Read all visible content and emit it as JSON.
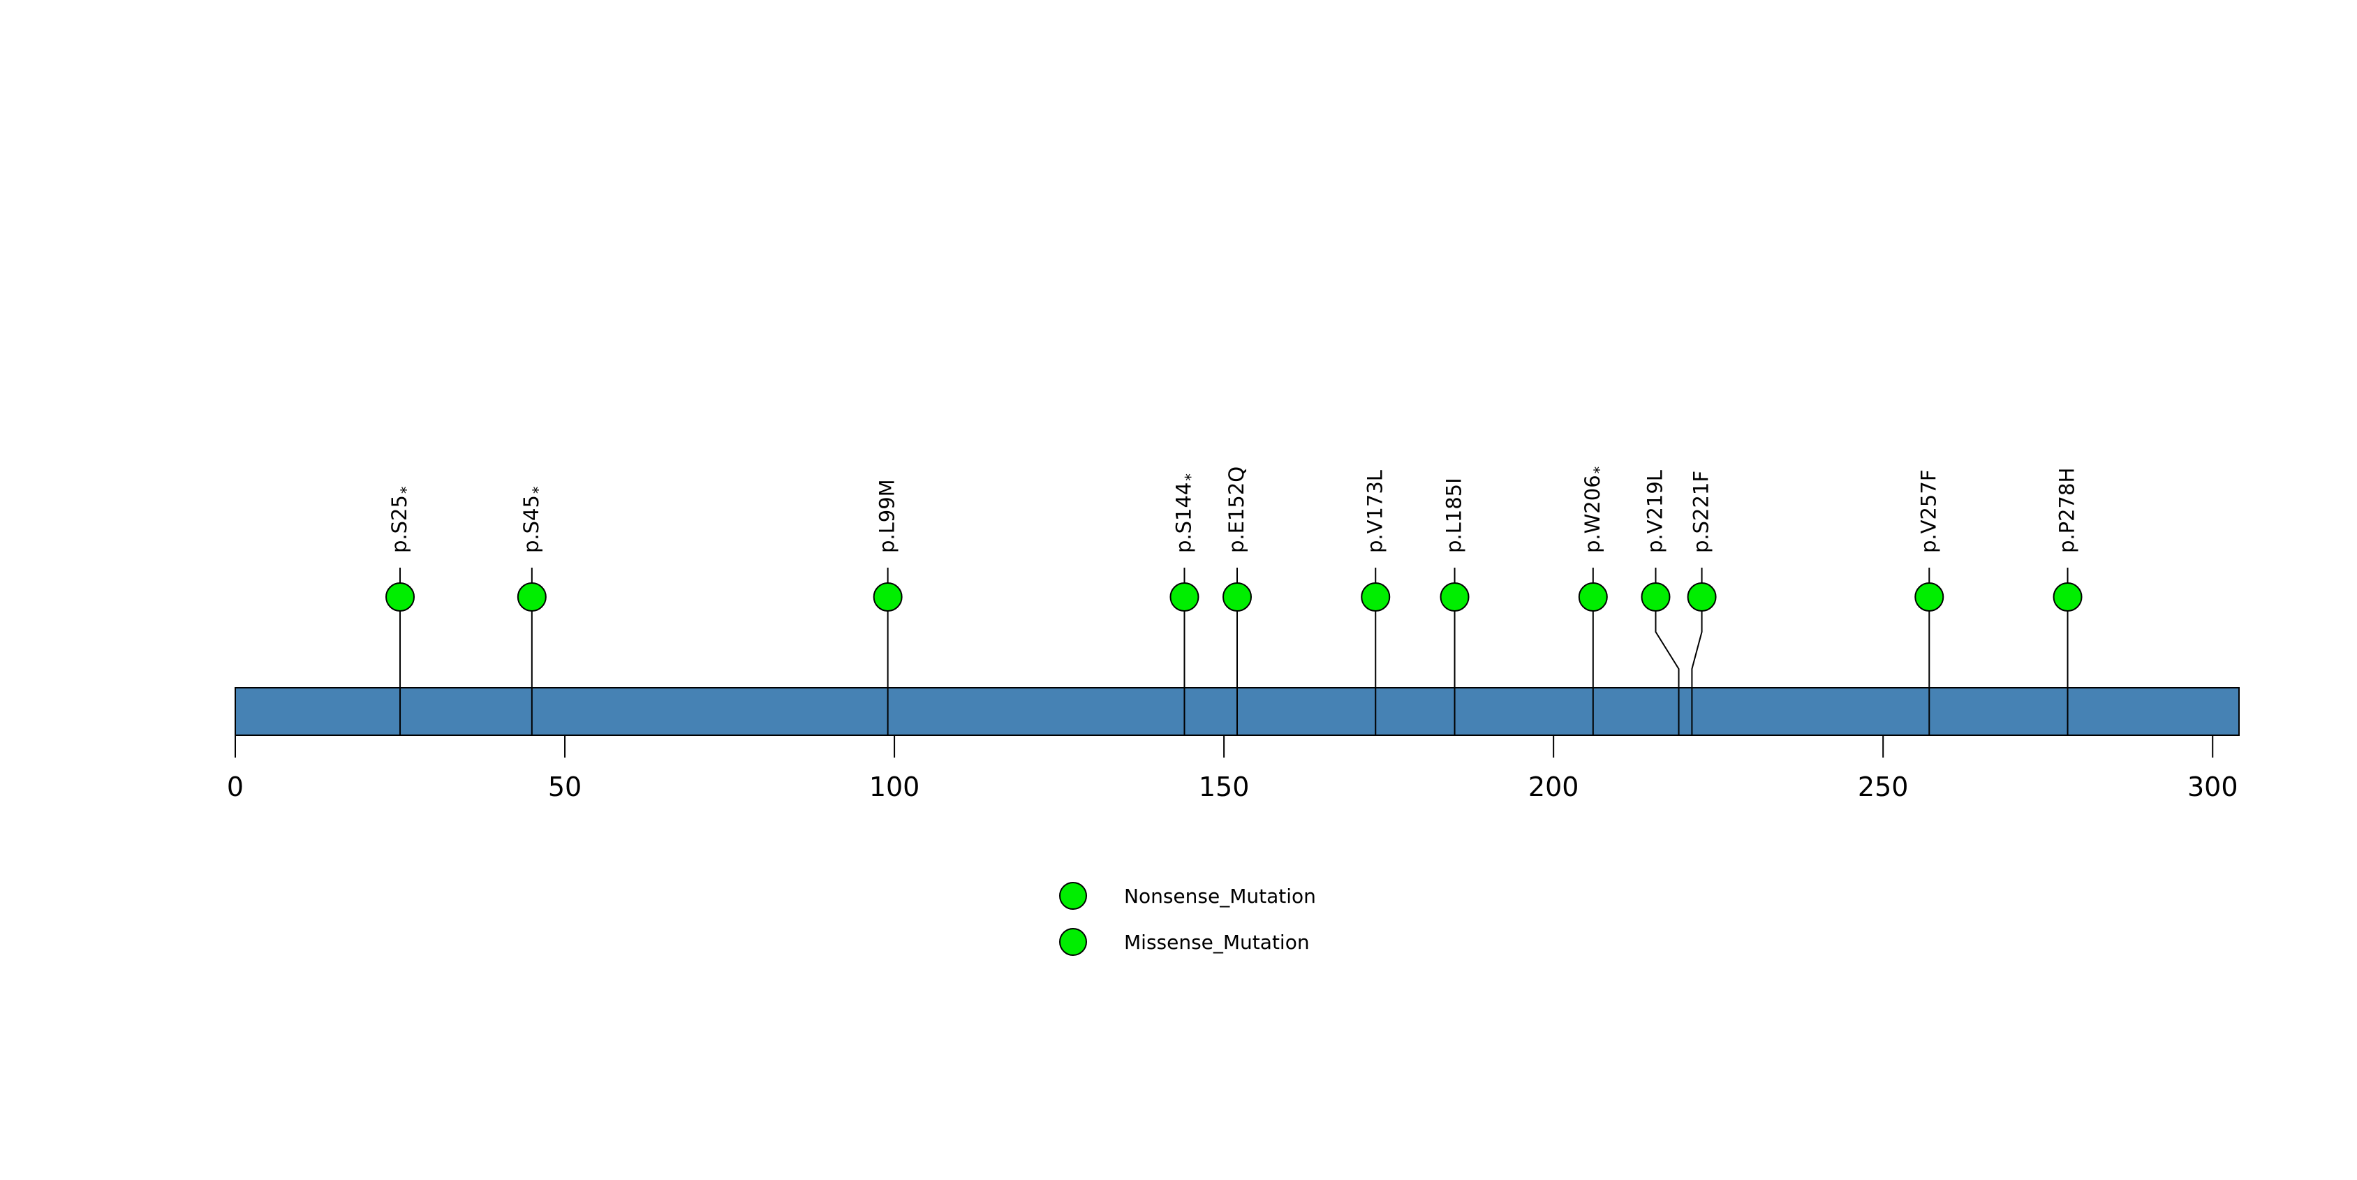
{
  "chart_data": {
    "type": "lollipop",
    "title": "",
    "xlabel": "",
    "ylabel": "",
    "xlim": [
      0,
      304
    ],
    "xticks": [
      0,
      50,
      100,
      150,
      200,
      250,
      300
    ],
    "protein_length": 304,
    "grid": false,
    "legend_position": "bottom-center",
    "colors": {
      "marker": "#00EE00",
      "backbone": "#4682B4",
      "stick": "#000000",
      "marker_border": "#000000"
    },
    "mutations": [
      {
        "label": "p.S25",
        "suffix": "*",
        "position": 25,
        "type": "Nonsense_Mutation"
      },
      {
        "label": "p.S45",
        "suffix": "*",
        "position": 45,
        "type": "Nonsense_Mutation"
      },
      {
        "label": "p.L99M",
        "suffix": "",
        "position": 99,
        "type": "Missense_Mutation"
      },
      {
        "label": "p.S144",
        "suffix": "*",
        "position": 144,
        "type": "Nonsense_Mutation"
      },
      {
        "label": "p.E152Q",
        "suffix": "",
        "position": 152,
        "type": "Missense_Mutation"
      },
      {
        "label": "p.V173L",
        "suffix": "",
        "position": 173,
        "type": "Missense_Mutation"
      },
      {
        "label": "p.L185I",
        "suffix": "",
        "position": 185,
        "type": "Missense_Mutation"
      },
      {
        "label": "p.W206",
        "suffix": "*",
        "position": 206,
        "type": "Nonsense_Mutation"
      },
      {
        "label": "p.V219L",
        "suffix": "",
        "position": 219,
        "display_position": 215.5,
        "type": "Missense_Mutation"
      },
      {
        "label": "p.S221F",
        "suffix": "",
        "position": 221,
        "display_position": 222.5,
        "type": "Missense_Mutation"
      },
      {
        "label": "p.V257F",
        "suffix": "",
        "position": 257,
        "type": "Missense_Mutation"
      },
      {
        "label": "p.P278H",
        "suffix": "",
        "position": 278,
        "type": "Missense_Mutation"
      }
    ],
    "legend": [
      {
        "label": "Nonsense_Mutation",
        "color": "#00EE00"
      },
      {
        "label": "Missense_Mutation",
        "color": "#00EE00"
      }
    ]
  }
}
